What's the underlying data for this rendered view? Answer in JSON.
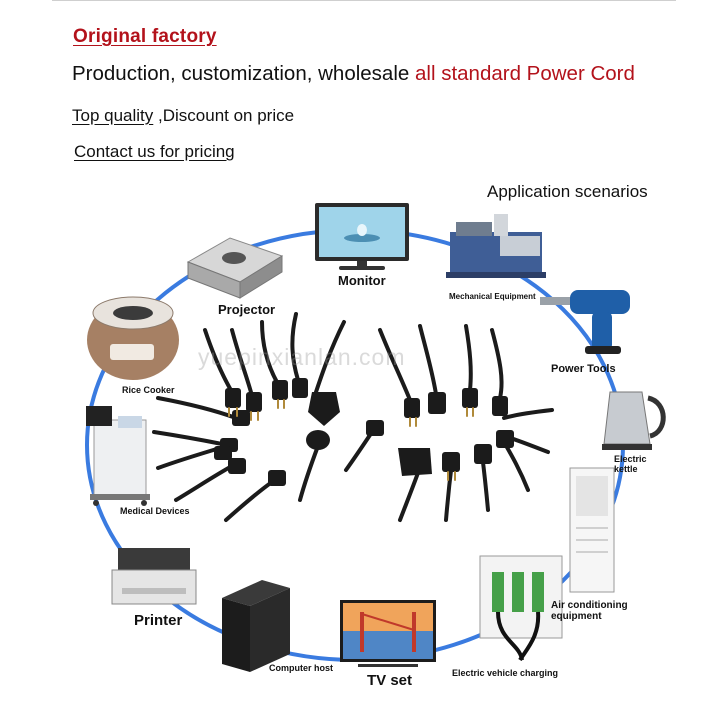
{
  "header": {
    "original_factory": "Original factory",
    "line2_prefix": "Production, customization, wholesale ",
    "line2_highlight": "all standard Power Cord",
    "quality": "Top quality",
    "discount": " ,Discount on price",
    "contact": "Contact us for pricing"
  },
  "scenarios_title": "Application scenarios",
  "watermark": "yuepinxianlan.com",
  "labels": {
    "monitor": "Monitor",
    "projector": "Projector",
    "mechanical": "Mechanical Equipment",
    "power_tools": "Power Tools",
    "rice_cooker": "Rice Cooker",
    "kettle_line1": "Electric",
    "kettle_line2": "kettle",
    "medical": "Medical Devices",
    "printer": "Printer",
    "computer_host": "Computer host",
    "tv_set": "TV set",
    "ev_charging": "Electric vehicle charging",
    "ac_line1": "Air conditioning",
    "ac_line2": "equipment"
  },
  "colors": {
    "accent_red": "#b3121b",
    "ring_blue": "#3a7be0",
    "cord_black": "#1b1b1b"
  }
}
